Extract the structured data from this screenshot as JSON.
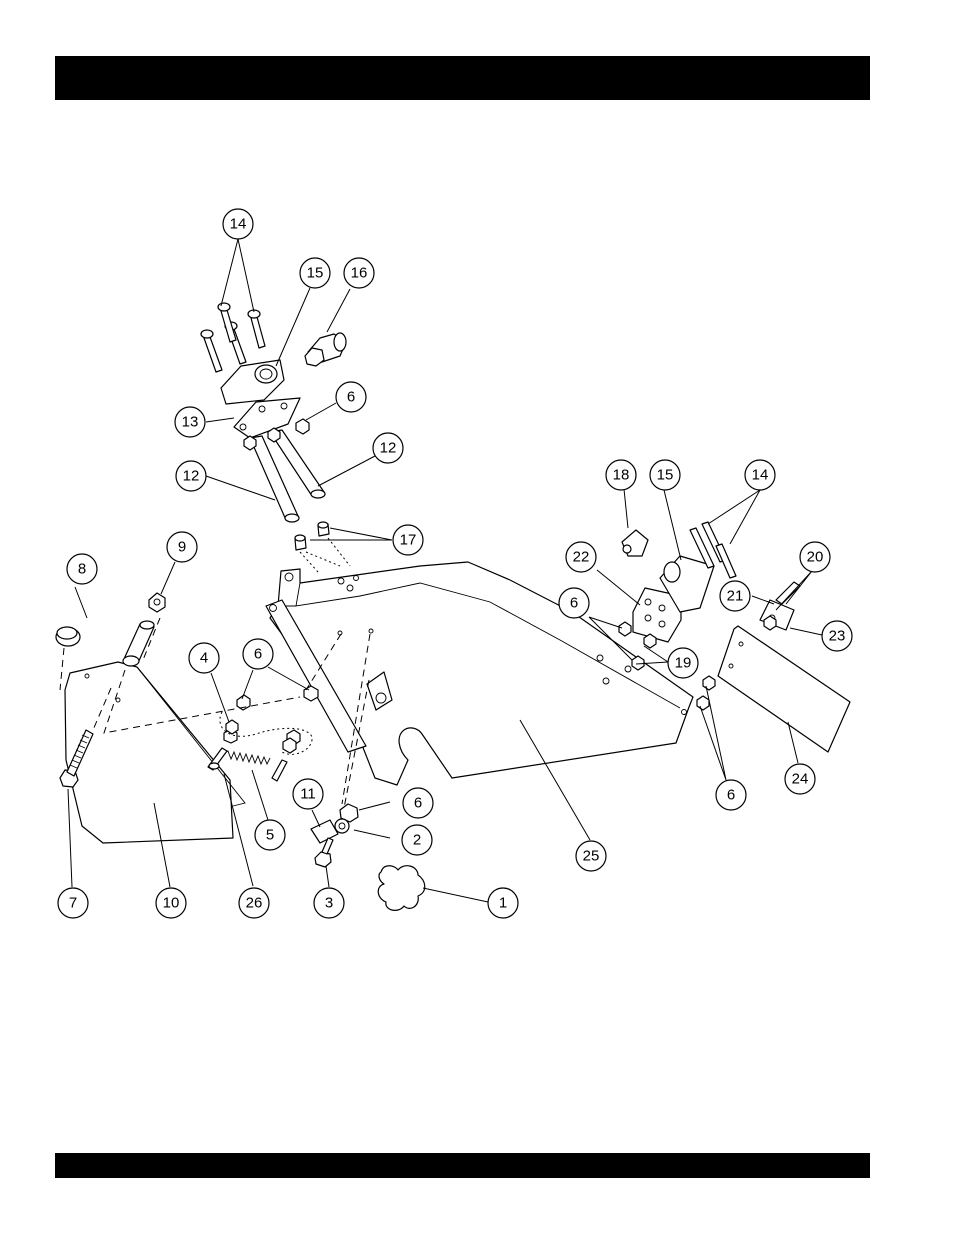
{
  "diagram": {
    "callouts": [
      {
        "id": "c1",
        "label": "1"
      },
      {
        "id": "c2",
        "label": "2"
      },
      {
        "id": "c3",
        "label": "3"
      },
      {
        "id": "c4",
        "label": "4"
      },
      {
        "id": "c5",
        "label": "5"
      },
      {
        "id": "c6a",
        "label": "6"
      },
      {
        "id": "c6b",
        "label": "6"
      },
      {
        "id": "c6c",
        "label": "6"
      },
      {
        "id": "c6d",
        "label": "6"
      },
      {
        "id": "c6e",
        "label": "6"
      },
      {
        "id": "c7",
        "label": "7"
      },
      {
        "id": "c8",
        "label": "8"
      },
      {
        "id": "c9",
        "label": "9"
      },
      {
        "id": "c10",
        "label": "10"
      },
      {
        "id": "c11",
        "label": "11"
      },
      {
        "id": "c12a",
        "label": "12"
      },
      {
        "id": "c12b",
        "label": "12"
      },
      {
        "id": "c13",
        "label": "13"
      },
      {
        "id": "c14a",
        "label": "14"
      },
      {
        "id": "c14b",
        "label": "14"
      },
      {
        "id": "c15a",
        "label": "15"
      },
      {
        "id": "c15b",
        "label": "15"
      },
      {
        "id": "c16",
        "label": "16"
      },
      {
        "id": "c17",
        "label": "17"
      },
      {
        "id": "c18",
        "label": "18"
      },
      {
        "id": "c19",
        "label": "19"
      },
      {
        "id": "c20",
        "label": "20"
      },
      {
        "id": "c21",
        "label": "21"
      },
      {
        "id": "c22",
        "label": "22"
      },
      {
        "id": "c23",
        "label": "23"
      },
      {
        "id": "c24",
        "label": "24"
      },
      {
        "id": "c25",
        "label": "25"
      },
      {
        "id": "c26",
        "label": "26"
      }
    ]
  }
}
